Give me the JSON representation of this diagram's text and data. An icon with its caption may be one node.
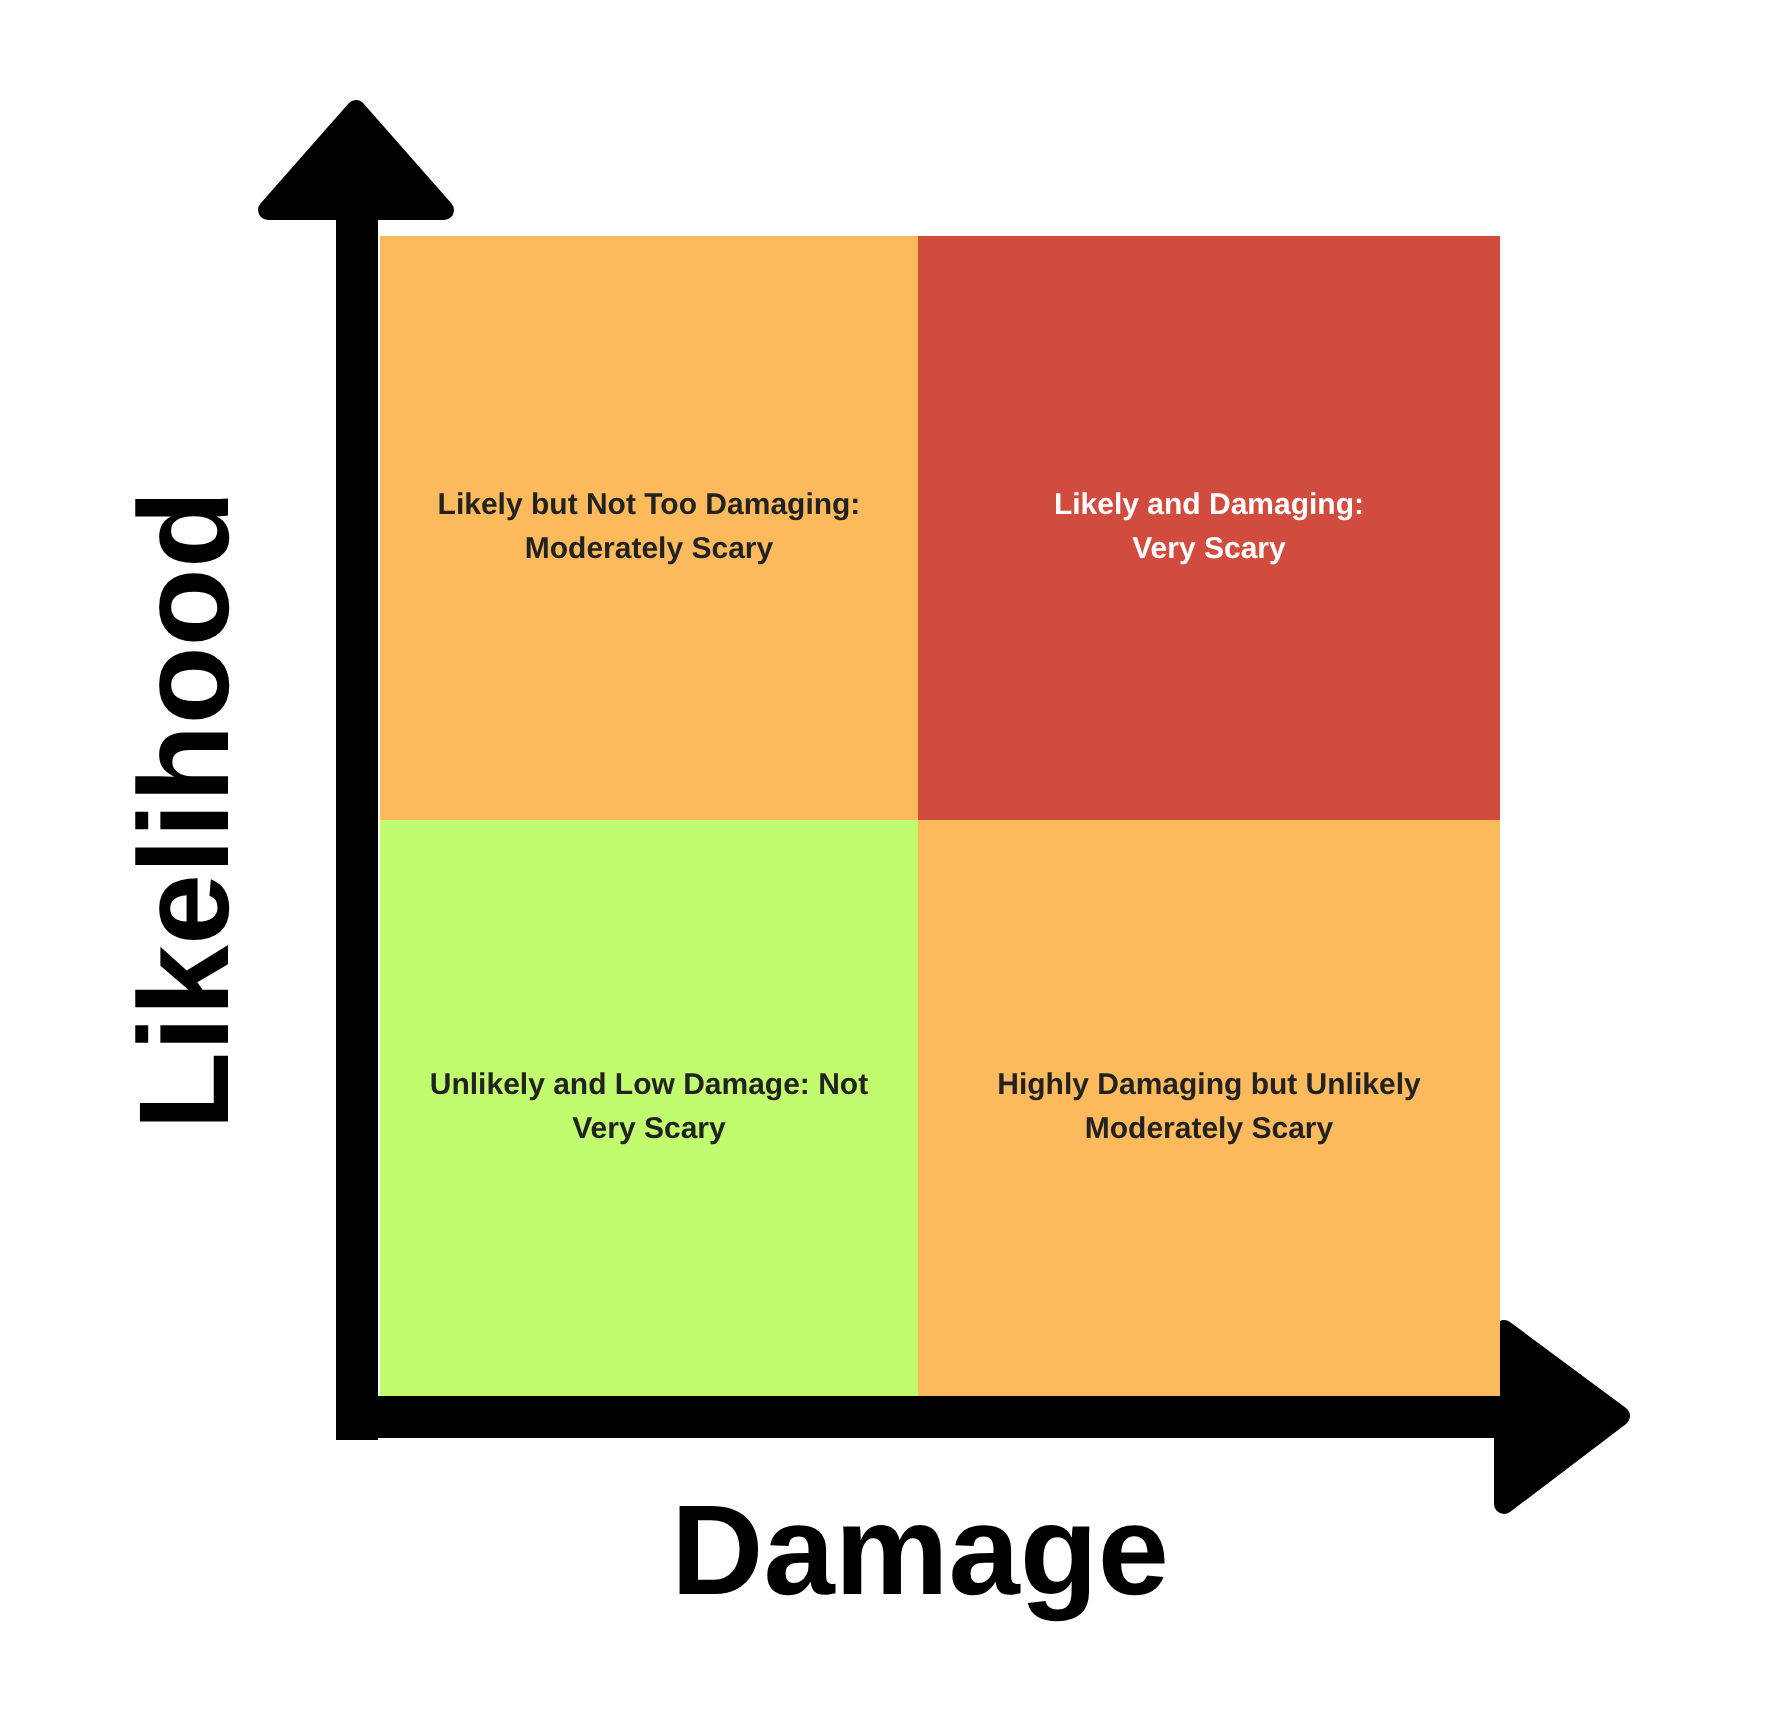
{
  "diagram": {
    "nodes": [
      {
        "text": [
          "Likely but Not Too Damaging: Moderately Scary"
        ]
      },
      {
        "text": [
          "Likely and Damaging: Very Scary"
        ]
      },
      {
        "text": [
          "Unlikely and Low Damage: Not Very Scary"
        ]
      },
      {
        "text": [
          "Highly Damaging but Unlikely Moderately Scary"
        ]
      }
    ],
    "edges": [],
    "labels": [
      "Likelihood",
      "Damage"
    ]
  }
}
